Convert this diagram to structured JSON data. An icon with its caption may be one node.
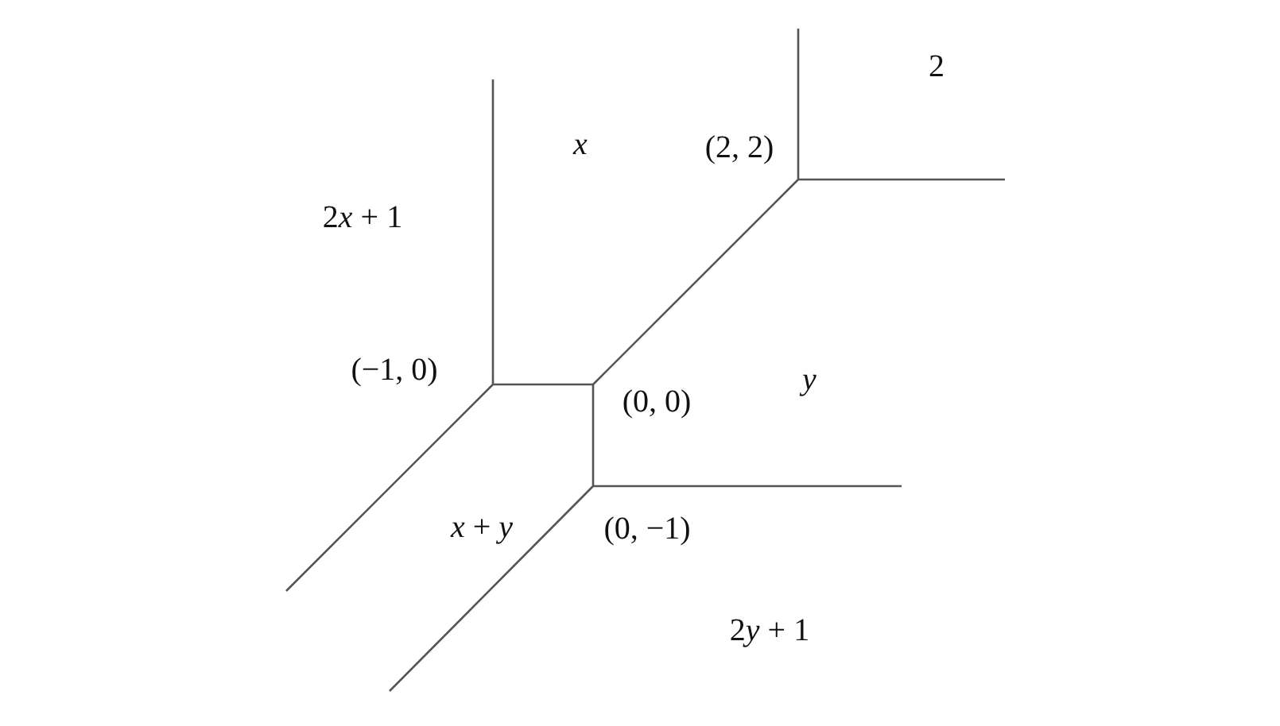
{
  "diagram": {
    "labels": [
      "2",
      "x",
      "(2, 2)",
      "2x + 1",
      "(−1, 0)",
      "(0, 0)",
      "y",
      "x + y",
      "(0, −1)",
      "2y + 1"
    ]
  }
}
